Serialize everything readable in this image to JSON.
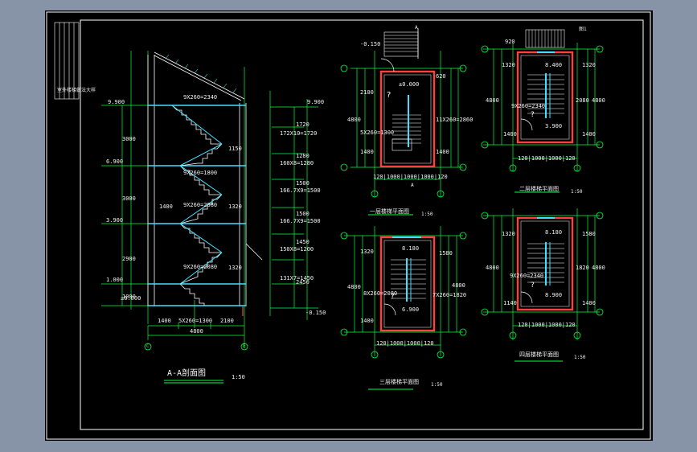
{
  "colors": {
    "frame": "#ffffff",
    "grid": "#00ff40",
    "wall": "#ff4040",
    "stair": "#40e0ff",
    "text": "#f0f0f0",
    "bg": "#000000",
    "outer": "#8794a8"
  },
  "titleblock": {
    "vertical_text": "室外楼梯做法大样"
  },
  "section": {
    "title": "A-A剖面图",
    "scale": "1:50",
    "levels": [
      "9.900",
      "6.900",
      "3.900",
      "1.000",
      "±0.000"
    ],
    "right_levels": [
      "9.900",
      "-0.150"
    ],
    "left_dims": [
      "3000",
      "3000",
      "2900",
      "1000"
    ],
    "flights": [
      "9X260=2340",
      "9X260=1800",
      "9X260=2080",
      "9X260=2080"
    ],
    "right_dims": [
      "1720",
      "172X10=1720",
      "1280",
      "160X8=1280",
      "1500",
      "166.7X9=1500",
      "1500",
      "166.7X9=1500",
      "1450",
      "150X8=1200",
      "2450",
      "131X7=1450"
    ],
    "small_dims": [
      "1150",
      "1400",
      "1320",
      "1320"
    ],
    "bottom_dims": [
      "1400",
      "5X260=1300",
      "2100"
    ],
    "total": "4800",
    "axes": [
      "C",
      "E"
    ]
  },
  "plan1": {
    "title": "一层楼梯平面图",
    "scale": "1:50",
    "levels": [
      "-0.150",
      "±0.000"
    ],
    "dims_left": [
      "2100",
      "4800",
      "1400"
    ],
    "dims_right": [
      "620",
      "11X260=2860",
      "1400"
    ],
    "flight": "5X260=1300",
    "bottom": "120|1000|1000|1000|120",
    "marks": [
      "A",
      "A"
    ]
  },
  "plan2": {
    "title": "二层楼梯平面图",
    "scale": "1:50",
    "levels": [
      "3.900",
      "8.400"
    ],
    "dims_left": [
      "1320",
      "4800",
      "1400"
    ],
    "dims_right": [
      "1320",
      "2080",
      "4800",
      "1400"
    ],
    "flight": "9X260=2340",
    "bottom": "120|1000|1000|120",
    "top": "920",
    "mark": "图1"
  },
  "plan3": {
    "title": "三层楼梯平面图",
    "scale": "1:50",
    "levels": [
      "8.180",
      "6.900"
    ],
    "dims_left": [
      "1320",
      "4800",
      "1400"
    ],
    "dims_right": [
      "1580",
      "4800",
      "7X260=1820"
    ],
    "flight": "8X260=2080",
    "bottom": "120|1000|1000|120"
  },
  "plan4": {
    "title": "四层楼梯平面图",
    "scale": "1:50",
    "levels": [
      "8.180",
      "8.900"
    ],
    "dims_left": [
      "1320",
      "4800",
      "1140"
    ],
    "dims_right": [
      "1580",
      "1820",
      "4800",
      "1400"
    ],
    "flight": "9X260=2340",
    "bottom": "120|1000|1000|120"
  }
}
